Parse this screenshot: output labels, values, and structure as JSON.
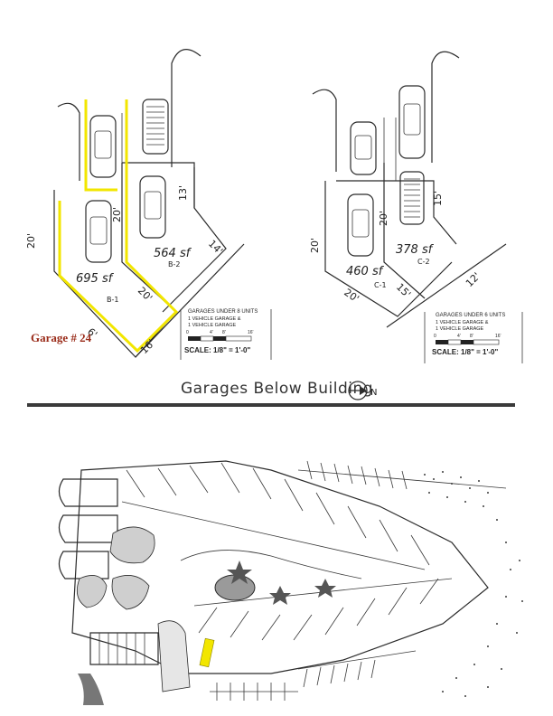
{
  "highlight_label": "Garage # 24",
  "section_title": "Garages Below Building",
  "north_arrow": {
    "letter": "N"
  },
  "colors": {
    "highlight": "#f2e600",
    "label": "#9a2c1a",
    "ink": "#2b2b2b"
  },
  "garage_b": {
    "unit_1": {
      "area": "695 sf",
      "tag": "B-1"
    },
    "unit_2": {
      "area": "564 sf",
      "tag": "B-2"
    },
    "dims": {
      "d1": "20'",
      "d2": "20'",
      "d3": "20'",
      "d4": "13'",
      "d5": "14'",
      "d6": "16'",
      "d7": "6'"
    },
    "legend_title": "GARAGES UNDER 8 UNITS",
    "legend_line1": "1 VEHICLE GARAGE &",
    "legend_line2": "1 VEHICLE GARAGE",
    "scale_ticks": [
      "0",
      "4'",
      "8'",
      "16'"
    ],
    "scale_text": "SCALE: 1/8\" = 1'-0\""
  },
  "garage_c": {
    "unit_1": {
      "area": "460 sf",
      "tag": "C-1"
    },
    "unit_2": {
      "area": "378 sf",
      "tag": "C-2"
    },
    "dims": {
      "d1": "20'",
      "d2": "20'",
      "d3": "15'",
      "d4": "15'",
      "d5": "12'",
      "d6": "20'"
    },
    "legend_title": "GARAGES UNDER 6 UNITS",
    "legend_line1": "1 VEHICLE GARAGE &",
    "legend_line2": "1 VEHICLE GARAGE",
    "scale_ticks": [
      "0",
      "4'",
      "8'",
      "16'"
    ],
    "scale_text": "SCALE: 1/8\" = 1'-0\""
  }
}
